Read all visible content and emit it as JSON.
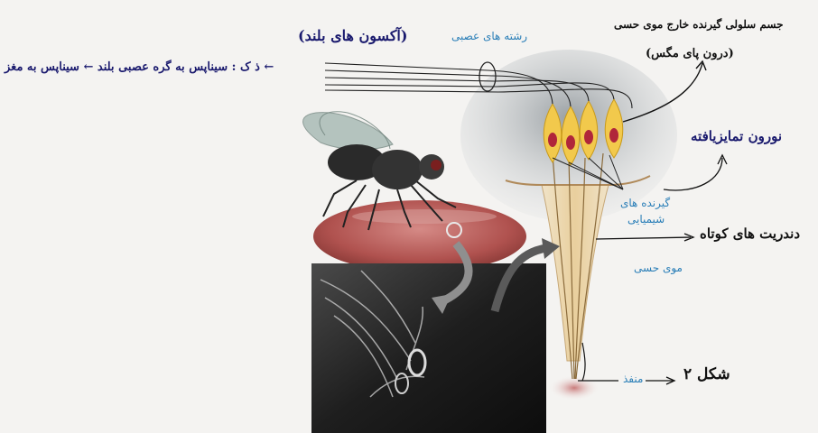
{
  "printed_labels": {
    "nerve_fibers": "رشته های عصبی",
    "chemoreceptors_line1": "گیرنده های",
    "chemoreceptors_line2": "شیمیایی",
    "sensory_hair": "موی حسی",
    "pore": "منفذ"
  },
  "handwritten_notes": {
    "long_axons": "(آکسون های بلند)",
    "brain_path": "← ذ ک : سیناپس به گره عصبی بلند ← سیناپس به مغز",
    "cell_body_line1": "جسم سلولی گیرنده خارج موی حسی",
    "cell_body_line2": "(درون پای مگس)",
    "differentiated_neuron": "نورون تمایزیافته",
    "short_dendrites": "دندریت های کوتاه",
    "figure_number": "شکل ۲"
  },
  "colors": {
    "ink": "#1a1a6e",
    "print_blue": "#2b7fb8",
    "receptor_yellow": "#f2c94c",
    "nucleus_red": "#b0263a",
    "droplet": "#b85a5a"
  },
  "icons": {
    "fly": "fly-illustration",
    "micrograph": "electron-micrograph"
  }
}
